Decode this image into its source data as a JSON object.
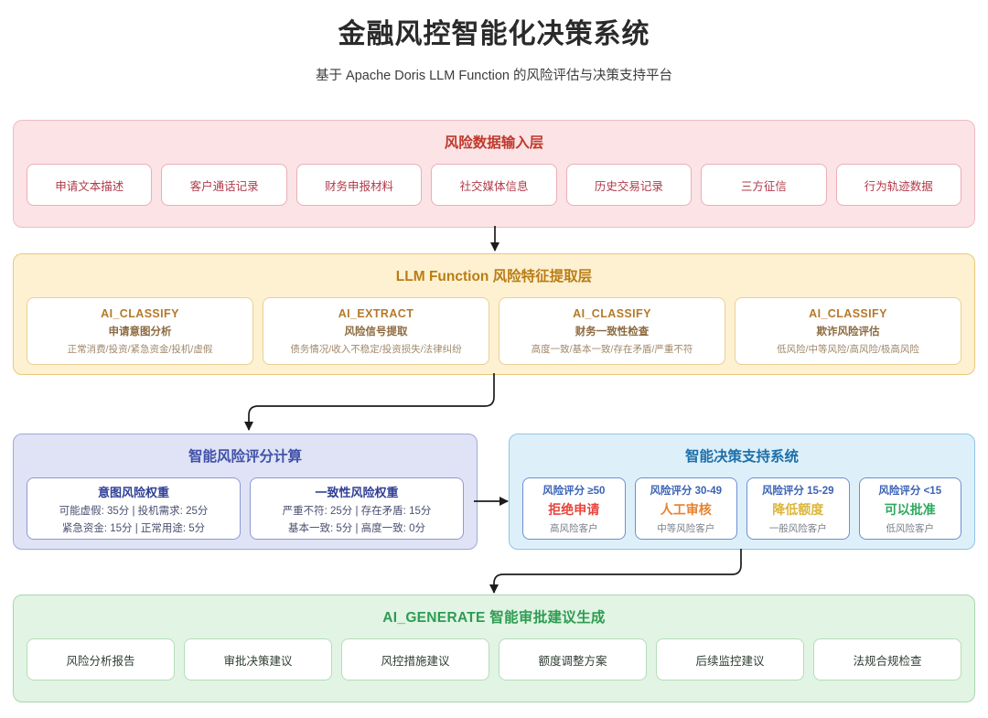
{
  "header": {
    "title": "金融风控智能化决策系统",
    "subtitle": "基于 Apache Doris LLM Function 的风险评估与决策支持平台"
  },
  "input_layer": {
    "title": "风险数据输入层",
    "items": [
      {
        "label": "申请文本描述"
      },
      {
        "label": "客户通话记录"
      },
      {
        "label": "财务申报材料"
      },
      {
        "label": "社交媒体信息"
      },
      {
        "label": "历史交易记录"
      },
      {
        "label": "三方征信"
      },
      {
        "label": "行为轨迹数据"
      }
    ]
  },
  "llm_layer": {
    "title": "LLM Function 风险特征提取层",
    "items": [
      {
        "fn": "AI_CLASSIFY",
        "desc": "申请意图分析",
        "opts": "正常消费/投资/紧急资金/投机/虚假"
      },
      {
        "fn": "AI_EXTRACT",
        "desc": "风险信号提取",
        "opts": "债务情况/收入不稳定/投资损失/法律纠纷"
      },
      {
        "fn": "AI_CLASSIFY",
        "desc": "财务一致性检查",
        "opts": "高度一致/基本一致/存在矛盾/严重不符"
      },
      {
        "fn": "AI_CLASSIFY",
        "desc": "欺诈风险评估",
        "opts": "低风险/中等风险/高风险/极高风险"
      }
    ]
  },
  "score_layer": {
    "title": "智能风险评分计算",
    "items": [
      {
        "name": "意图风险权重",
        "line1": "可能虚假: 35分 | 投机需求: 25分",
        "line2": "紧急资金: 15分 | 正常用途: 5分"
      },
      {
        "name": "一致性风险权重",
        "line1": "严重不符: 25分 | 存在矛盾: 15分",
        "line2": "基本一致: 5分 | 高度一致: 0分"
      }
    ]
  },
  "decision_layer": {
    "title": "智能决策支持系统",
    "items": [
      {
        "range": "风险评分 ≥50",
        "action": "拒绝申请",
        "note": "高风险客户",
        "color": "#e8453c"
      },
      {
        "range": "风险评分 30-49",
        "action": "人工审核",
        "note": "中等风险客户",
        "color": "#e8822e"
      },
      {
        "range": "风险评分 15-29",
        "action": "降低额度",
        "note": "一般风险客户",
        "color": "#dcb63a"
      },
      {
        "range": "风险评分 <15",
        "action": "可以批准",
        "note": "低风险客户",
        "color": "#2fa85e"
      }
    ]
  },
  "generate_layer": {
    "title": "AI_GENERATE 智能审批建议生成",
    "items": [
      {
        "label": "风险分析报告"
      },
      {
        "label": "审批决策建议"
      },
      {
        "label": "风控措施建议"
      },
      {
        "label": "额度调整方案"
      },
      {
        "label": "后续监控建议"
      },
      {
        "label": "法规合规检查"
      }
    ]
  },
  "connectors": {
    "input_to_llm": "arrow-down",
    "llm_to_score": "arrow-elbow-down-left",
    "score_to_decision": "arrow-right",
    "decision_to_generate": "arrow-elbow-down-left"
  }
}
